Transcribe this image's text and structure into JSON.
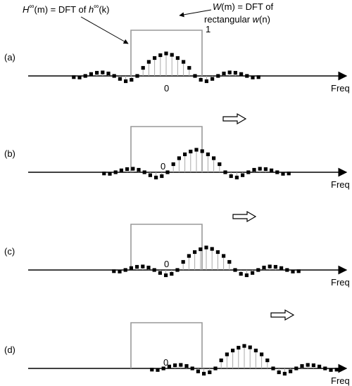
{
  "annotations": {
    "left": {
      "H": "H",
      "sup1": "∞",
      "m1": "(m) = DFT of ",
      "h": "h",
      "sup2": "∞",
      "k": "(k)"
    },
    "right": {
      "W": "W",
      "m": "(m) = DFT of",
      "line2": "rectangular ",
      "w": "w",
      "n": "(n)"
    },
    "one": "1"
  },
  "panels": [
    {
      "label": "(a)",
      "zero": "0",
      "axis": "Freq",
      "shift": 0
    },
    {
      "label": "(b)",
      "zero": "0",
      "axis": "Freq",
      "shift": 43
    },
    {
      "label": "(c)",
      "zero": "0",
      "axis": "Freq",
      "shift": 57
    },
    {
      "label": "(d)",
      "zero": "0",
      "axis": "Freq",
      "shift": 111
    }
  ],
  "sinc_samples": [
    -0.17,
    -0.22,
    0,
    0.27,
    0.45,
    0.5,
    0.35,
    0,
    -0.42,
    -0.75,
    -0.55,
    0,
    1.15,
    2.0,
    2.55,
    2.95,
    3.2,
    3.0,
    2.55,
    2.0,
    1.15,
    0,
    -0.55,
    -0.75,
    -0.42,
    0,
    0.35,
    0.5,
    0.45,
    0.27,
    0,
    -0.22,
    -0.17
  ],
  "colors": {
    "samples": "#000000",
    "stems": "#aaaaaa",
    "window": "#999999",
    "axis": "#000000"
  }
}
